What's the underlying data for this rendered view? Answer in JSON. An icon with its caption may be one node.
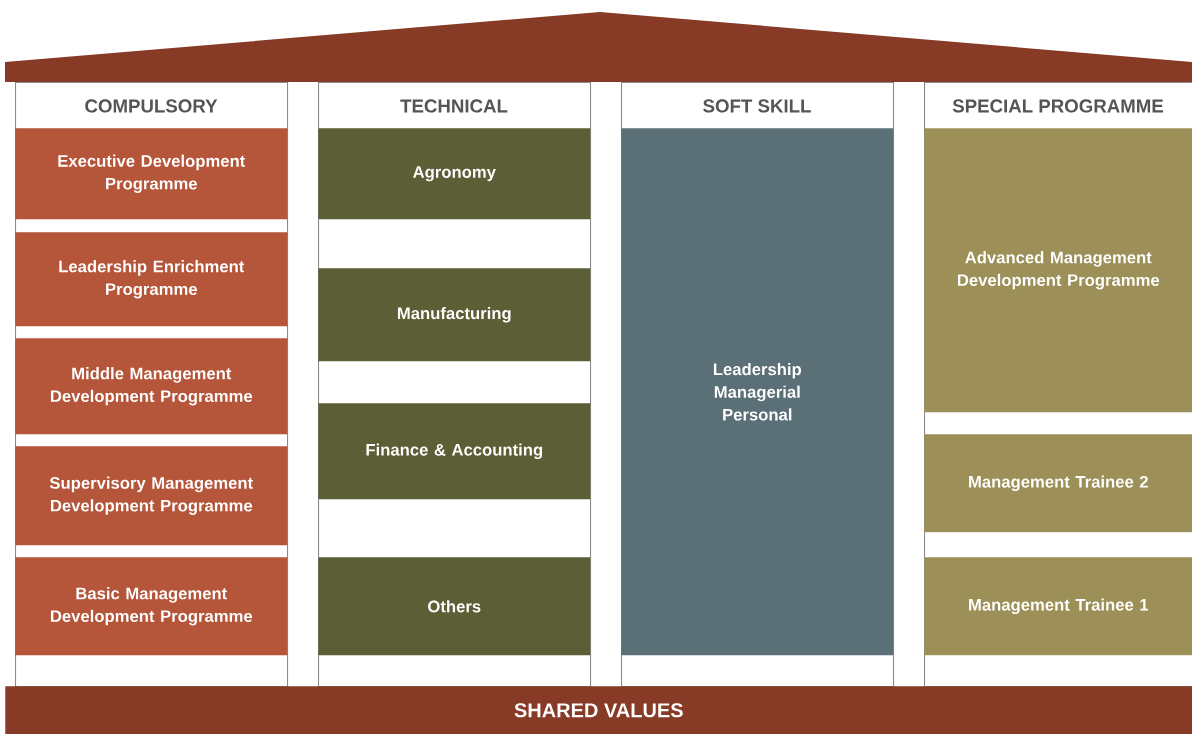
{
  "diagram": {
    "nodes": [
      {
        "text": [
          "COMPULSORY"
        ]
      },
      {
        "text": [
          "Executive Development Programme"
        ],
        "in": 0
      },
      {
        "text": [
          "Leadership Enrichment Programme"
        ],
        "in": 0
      },
      {
        "text": [
          "Middle Management Development Programme"
        ],
        "in": 0
      },
      {
        "text": [
          "Supervisory Management Development Programme"
        ],
        "in": 0
      },
      {
        "text": [
          "Basic Management Development Programme"
        ],
        "in": 0
      },
      {
        "text": [
          "TECHNICAL"
        ]
      },
      {
        "text": [
          "Agronomy"
        ],
        "in": 6
      },
      {
        "text": [
          "Manufacturing"
        ],
        "in": 6
      },
      {
        "text": [
          "Finance & Accounting"
        ],
        "in": 6
      },
      {
        "text": [
          "Others"
        ],
        "in": 6
      },
      {
        "text": [
          "SOFT SKILL"
        ]
      },
      {
        "text": [
          "Leadership",
          "Managerial",
          "Personal"
        ],
        "in": 11
      },
      {
        "text": [
          "SPECIAL PROGRAMME"
        ]
      },
      {
        "text": [
          "Advanced Management Development Programme"
        ],
        "in": 13
      },
      {
        "text": [
          "Management Trainee 2"
        ],
        "in": 13
      },
      {
        "text": [
          "Management Trainee 1"
        ],
        "in": 13
      },
      {
        "text": [
          "SHARED VALUES"
        ]
      }
    ]
  }
}
